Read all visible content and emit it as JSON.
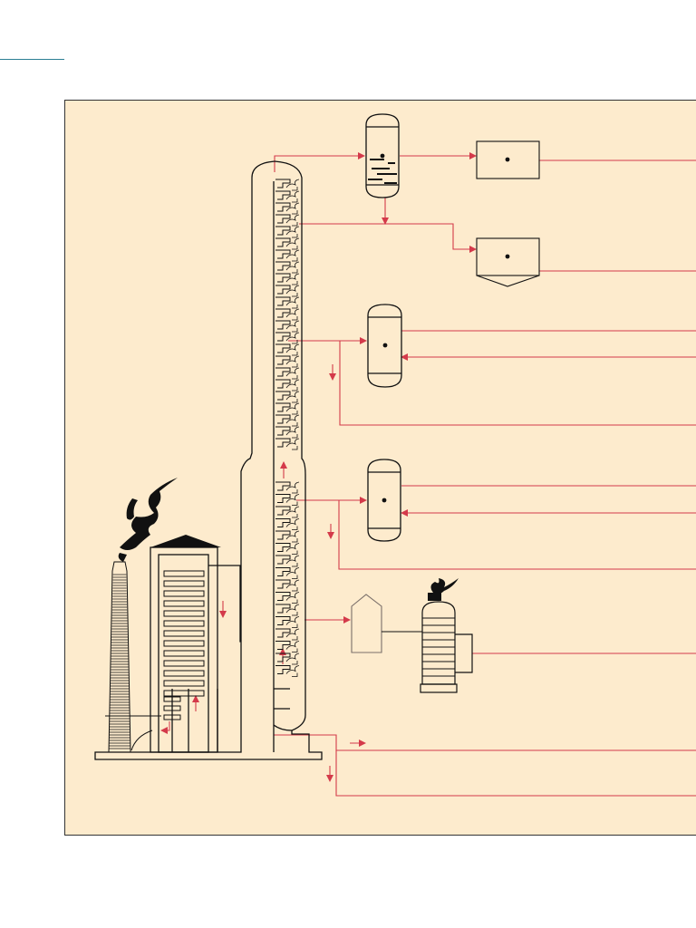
{
  "colors": {
    "background": "#fdebcd",
    "flow_line": "#d43a4a",
    "equipment": "#111111",
    "header_rule": "#2b7f94",
    "page": "#ffffff"
  },
  "diagram": {
    "kind": "crude-oil-distillation-flow",
    "equipment": [
      "furnace",
      "furnace-chimney",
      "furnace-smoke",
      "fractionating-column",
      "reflux-drum",
      "top-product-receiver",
      "upper-side-receiver",
      "upper-side-stripper",
      "lower-side-stripper",
      "residue-vessel",
      "treater",
      "flare"
    ],
    "text_labels": []
  }
}
